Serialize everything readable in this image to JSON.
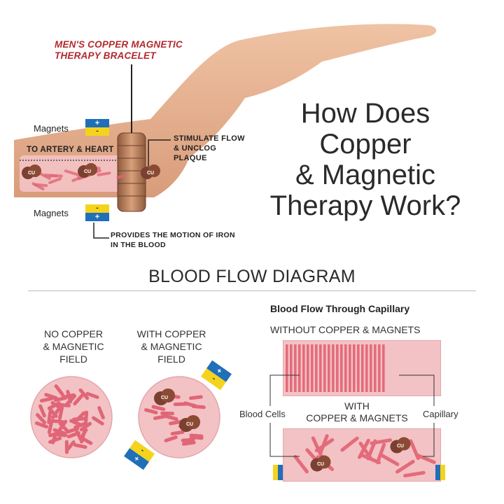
{
  "product_label": "MEN'S COPPER MAGNETIC\nTHERAPY BRACELET",
  "headline": {
    "lines": [
      "How Does",
      "Copper",
      "& Magnetic",
      "Therapy Work?"
    ]
  },
  "top_diagram": {
    "magnets_top": "Magnets",
    "magnets_bottom": "Magnets",
    "artery_label": "TO ARTERY & HEART",
    "stimulate_note": "STIMULATE FLOW\n& UNCLOG\nPLAQUE",
    "iron_note": "PROVIDES THE MOTION OF IRON\nIN THE BLOOD",
    "copper_symbol": "CU",
    "plus_symbol": "+",
    "minus_symbol": "-"
  },
  "section_title": "BLOOD FLOW DIAGRAM",
  "circles": {
    "no_copper_label": "NO COPPER\n& MAGNETIC\nFIELD",
    "with_copper_label": "WITH COPPER\n& MAGNETIC\nFIELD"
  },
  "capillary": {
    "title": "Blood Flow Through Capillary",
    "without_label": "WITHOUT COPPER & MAGNETS",
    "with_label": "WITH\nCOPPER & MAGNETS",
    "blood_cells_label": "Blood Cells",
    "capillary_label": "Capillary"
  },
  "colors": {
    "product_red": "#b3282d",
    "skin": "#e7b393",
    "vessel_pink": "#f3c2c4",
    "cell_red": "#e06677",
    "copper_brown": "#7a4030",
    "magnet_blue": "#1f6fb9",
    "magnet_yellow": "#f5d31c"
  }
}
